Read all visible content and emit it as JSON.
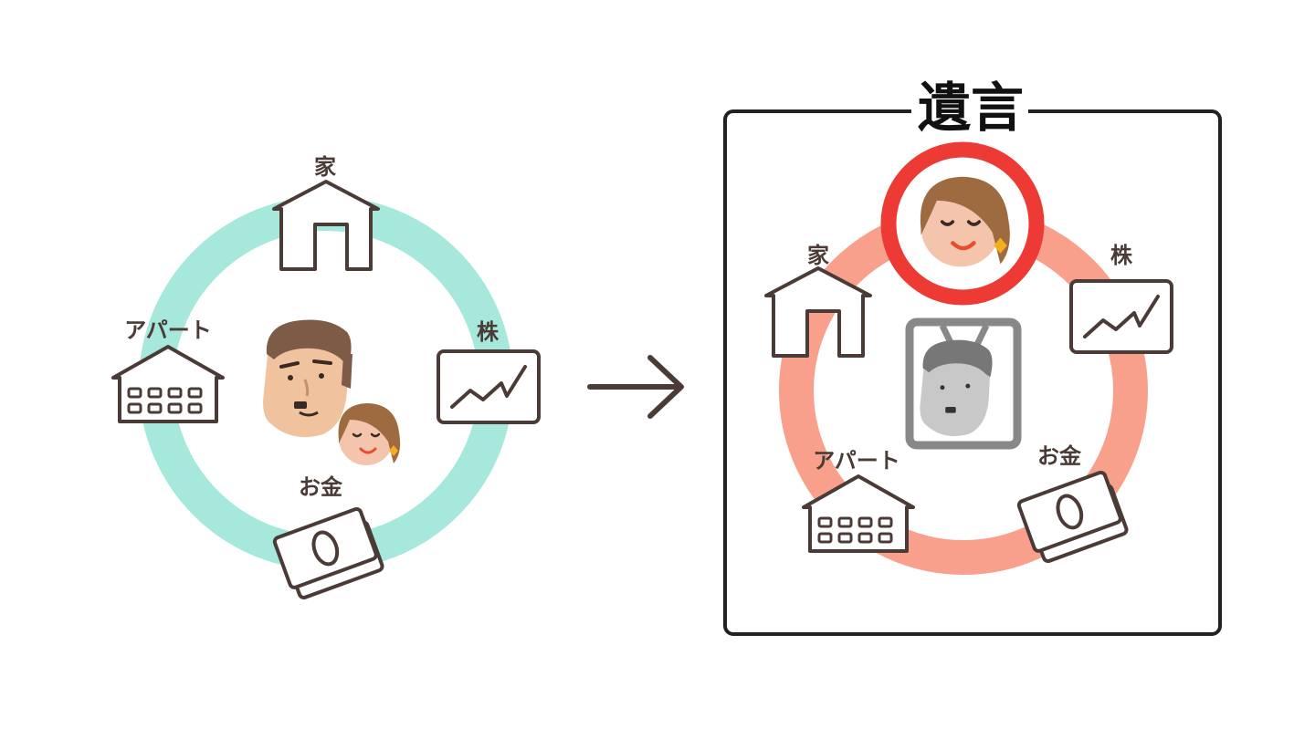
{
  "left": {
    "labels": {
      "house": "家",
      "stock": "株",
      "apartment": "アパート",
      "money": "お金"
    },
    "ring_color": "#a6e8dc"
  },
  "right": {
    "title": "遺言",
    "labels": {
      "house": "家",
      "stock": "株",
      "apartment": "アパート",
      "money": "お金"
    },
    "ring_color": "#f9a08c",
    "highlight_color": "#ee3a34"
  },
  "icons": {
    "arrow": "right-arrow-icon",
    "house": "house-icon",
    "stock": "stock-chart-icon",
    "apartment": "apartment-building-icon",
    "money": "banknote-stack-icon"
  }
}
